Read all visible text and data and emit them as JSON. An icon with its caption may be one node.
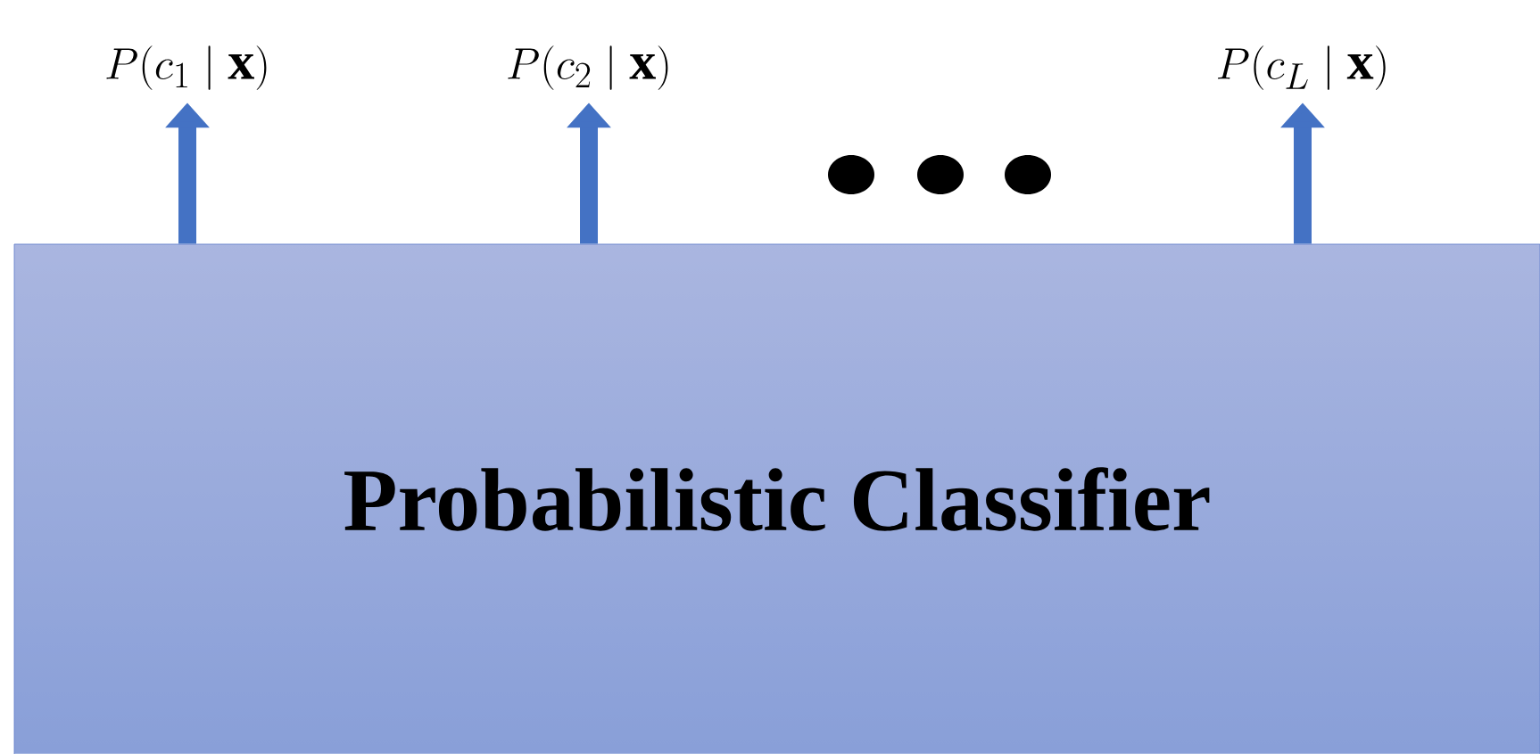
{
  "diagram": {
    "nodes": [
      {
        "text": [
          "Probabilistic Classifier"
        ]
      },
      {
        "text": [
          "P(c_1 \\mid \\mathbf{x})"
        ]
      },
      {
        "text": [
          "P(c_2 \\mid \\mathbf{x})"
        ]
      },
      {
        "text": [
          "P(c_L \\mid \\mathbf{x})"
        ]
      }
    ],
    "edges": [
      {
        "from": 0,
        "to": 1,
        "arrow": "to"
      },
      {
        "from": 0,
        "to": 2,
        "arrow": "to"
      },
      {
        "from": 0,
        "to": 3,
        "arrow": "to"
      }
    ]
  }
}
